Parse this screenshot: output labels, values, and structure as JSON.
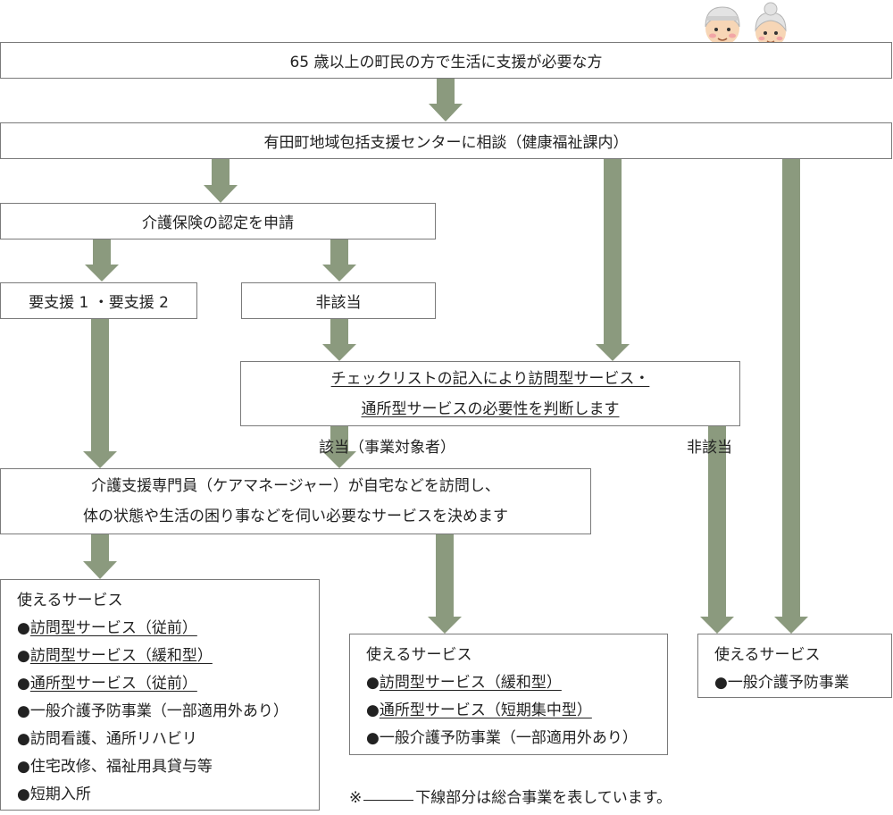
{
  "nodes": {
    "top": "65 歳以上の町民の方で生活に支援が必要な方",
    "consult": "有田町地域包括支援センターに相談（健康福祉課内）",
    "apply": "介護保険の認定を申請",
    "support": "要支援 1 ・要支援 2",
    "nonapp": "非該当",
    "checklist": {
      "line1": "チェックリストの記入により訪問型サービス・",
      "line2": "通所型サービスの必要性を判断します"
    },
    "careplan": {
      "line1": "介護支援専門員（ケアマネージャー）が自宅などを訪問し、",
      "line2": "体の状態や生活の困り事などを伺い必要なサービスを決めます"
    }
  },
  "labels": {
    "applicable": "該当（事業対象者）",
    "not_applicable": "非該当"
  },
  "services_left": {
    "title": "使えるサービス",
    "items": [
      {
        "bullet": "●",
        "text": "訪問型サービス（従前）",
        "underline": true
      },
      {
        "bullet": "●",
        "text": "訪問型サービス（緩和型）",
        "underline": true
      },
      {
        "bullet": "●",
        "text": "通所型サービス（従前）",
        "underline": true
      },
      {
        "bullet": "●",
        "text": "一般介護予防事業（一部適用外あり）",
        "underline": false
      },
      {
        "bullet": "●",
        "text": "訪問看護、通所リハビリ",
        "underline": false
      },
      {
        "bullet": "●",
        "text": "住宅改修、福祉用具貸与等",
        "underline": false
      },
      {
        "bullet": "●",
        "text": "短期入所",
        "underline": false
      }
    ]
  },
  "services_mid": {
    "title": "使えるサービス",
    "items": [
      {
        "bullet": "●",
        "text": "訪問型サービス（緩和型）",
        "underline": true
      },
      {
        "bullet": "●",
        "text": "通所型サービス（短期集中型）",
        "underline": true
      },
      {
        "bullet": "●",
        "text": "一般介護予防事業（一部適用外あり）",
        "underline": false
      }
    ]
  },
  "services_right": {
    "title": "使えるサービス",
    "items": [
      {
        "bullet": "●",
        "text": "一般介護予防事業",
        "underline": false
      }
    ]
  },
  "footnote": {
    "mark": "※",
    "text": "下線部分は総合事業を表しています。"
  },
  "colors": {
    "arrow": "#8b9a7e",
    "border": "#7a7a7a"
  },
  "icons": [
    "elderly-man-icon",
    "elderly-woman-icon"
  ]
}
